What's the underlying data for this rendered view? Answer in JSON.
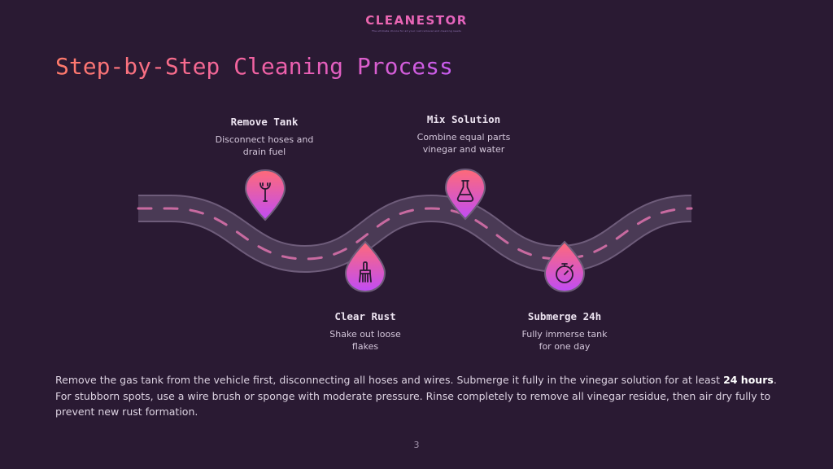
{
  "logo": {
    "name": "CLEANESTOR",
    "tagline": "The ultimate choice for all your rust removal and cleaning needs"
  },
  "slide": {
    "title": "Step-by-Step Cleaning Process",
    "page_number": "3"
  },
  "steps": [
    {
      "name": "Remove Tank",
      "description": "Disconnect hoses and drain fuel",
      "icon": "wrench-icon"
    },
    {
      "name": "Clear Rust",
      "description": "Shake out loose flakes",
      "icon": "brush-icon"
    },
    {
      "name": "Mix Solution",
      "description": "Combine equal parts vinegar and water",
      "icon": "flask-icon"
    },
    {
      "name": "Submerge 24h",
      "description": "Fully immerse tank for one day",
      "icon": "stopwatch-icon"
    }
  ],
  "body": {
    "text_before": "Remove the gas tank from the vehicle first, disconnecting all hoses and wires. Submerge it fully in the vinegar solution for at least ",
    "emphasis": "24 hours",
    "text_after": ". For stubborn spots, use a wire brush or sponge with moderate pressure. Rinse completely to remove all vinegar residue, then air dry fully to prevent new rust formation."
  },
  "colors": {
    "background": "#2a1a33",
    "road": "#4a3a55",
    "road_edge": "#6e5c7a",
    "road_dash": "#c86aa0",
    "accent_start": "#ff6a7a",
    "accent_end": "#c050ff"
  }
}
